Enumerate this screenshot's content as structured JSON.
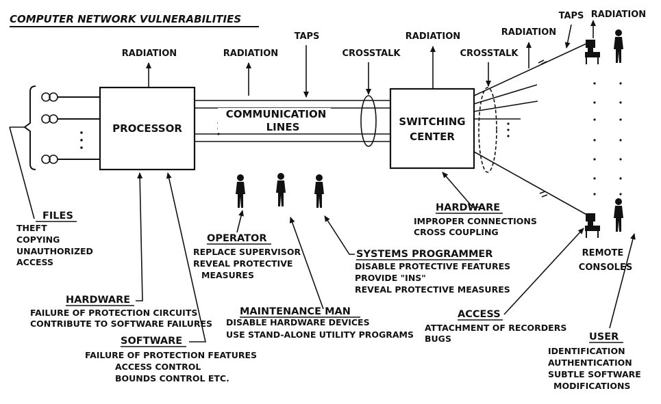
{
  "title": "COMPUTER NETWORK VULNERABILITIES",
  "nodes": {
    "processor": "PROCESSOR",
    "comm_lines": [
      "COMMUNICATION",
      "LINES"
    ],
    "switching": [
      "SWITCHING",
      "CENTER"
    ],
    "remote_consoles": [
      "REMOTE",
      "CONSOLES"
    ]
  },
  "threats": {
    "radiation": "RADIATION",
    "taps": "TAPS",
    "crosstalk": "CROSSTALK"
  },
  "groups": {
    "files": {
      "heading": "FILES",
      "items": [
        "THEFT",
        "COPYING",
        "UNAUTHORIZED",
        "ACCESS"
      ]
    },
    "hardware_proc": {
      "heading": "HARDWARE",
      "items": [
        "FAILURE OF PROTECTION CIRCUITS",
        "CONTRIBUTE TO SOFTWARE FAILURES"
      ]
    },
    "software": {
      "heading": "SOFTWARE",
      "items": [
        "FAILURE OF PROTECTION FEATURES",
        "ACCESS CONTROL",
        "BOUNDS CONTROL ETC."
      ]
    },
    "operator": {
      "heading": "OPERATOR",
      "items": [
        "REPLACE SUPERVISOR",
        "REVEAL PROTECTIVE",
        "MEASURES"
      ]
    },
    "maintenance": {
      "heading": "MAINTENANCE MAN",
      "items": [
        "DISABLE HARDWARE DEVICES",
        "USE STAND-ALONE UTILITY PROGRAMS"
      ]
    },
    "sysprog": {
      "heading": "SYSTEMS PROGRAMMER",
      "items": [
        "DISABLE PROTECTIVE FEATURES",
        "PROVIDE \"INS\"",
        "REVEAL PROTECTIVE MEASURES"
      ]
    },
    "hardware_switch": {
      "heading": "HARDWARE",
      "items": [
        "IMPROPER CONNECTIONS",
        "CROSS COUPLING"
      ]
    },
    "access": {
      "heading": "ACCESS",
      "items": [
        "ATTACHMENT OF RECORDERS",
        "BUGS"
      ]
    },
    "user": {
      "heading": "USER",
      "items": [
        "IDENTIFICATION",
        "AUTHENTICATION",
        "SUBTLE SOFTWARE",
        "MODIFICATIONS"
      ]
    }
  }
}
